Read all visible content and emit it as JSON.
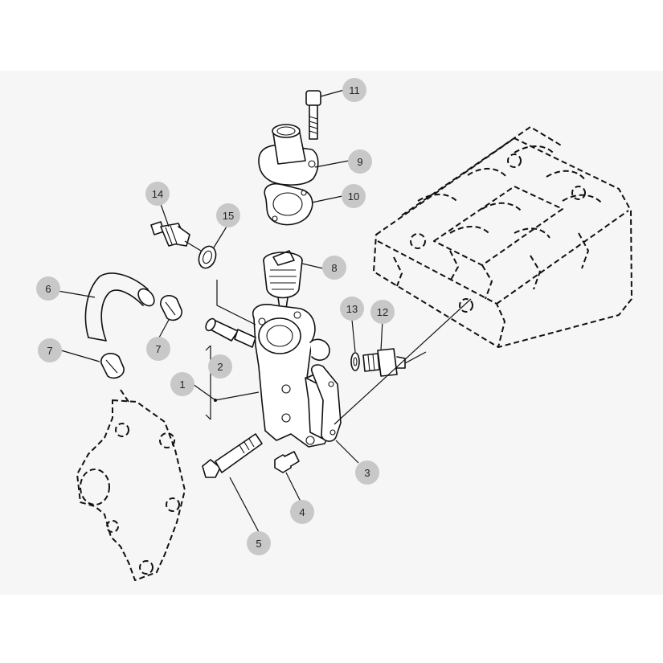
{
  "diagram": {
    "background_color": "#f6f6f6",
    "callout_color": "#c8c8c8",
    "line_color": "#111111",
    "callouts": [
      {
        "label": "11",
        "part": "bolt-top"
      },
      {
        "label": "9",
        "part": "thermostat-cover"
      },
      {
        "label": "10",
        "part": "cover-gasket"
      },
      {
        "label": "14",
        "part": "temperature-sender"
      },
      {
        "label": "15",
        "part": "sender-washer"
      },
      {
        "label": "8",
        "part": "thermostat"
      },
      {
        "label": "6",
        "part": "bypass-hose"
      },
      {
        "label": "7",
        "part": "hose-clamp-upper"
      },
      {
        "label": "7",
        "part": "hose-clamp-lower"
      },
      {
        "label": "13",
        "part": "switch-washer"
      },
      {
        "label": "12",
        "part": "temperature-switch"
      },
      {
        "label": "2",
        "part": "pipe-stud"
      },
      {
        "label": "1",
        "part": "thermostat-housing-assembly"
      },
      {
        "label": "3",
        "part": "housing-gasket"
      },
      {
        "label": "4",
        "part": "drain-plug"
      },
      {
        "label": "5",
        "part": "long-bolt"
      }
    ]
  }
}
